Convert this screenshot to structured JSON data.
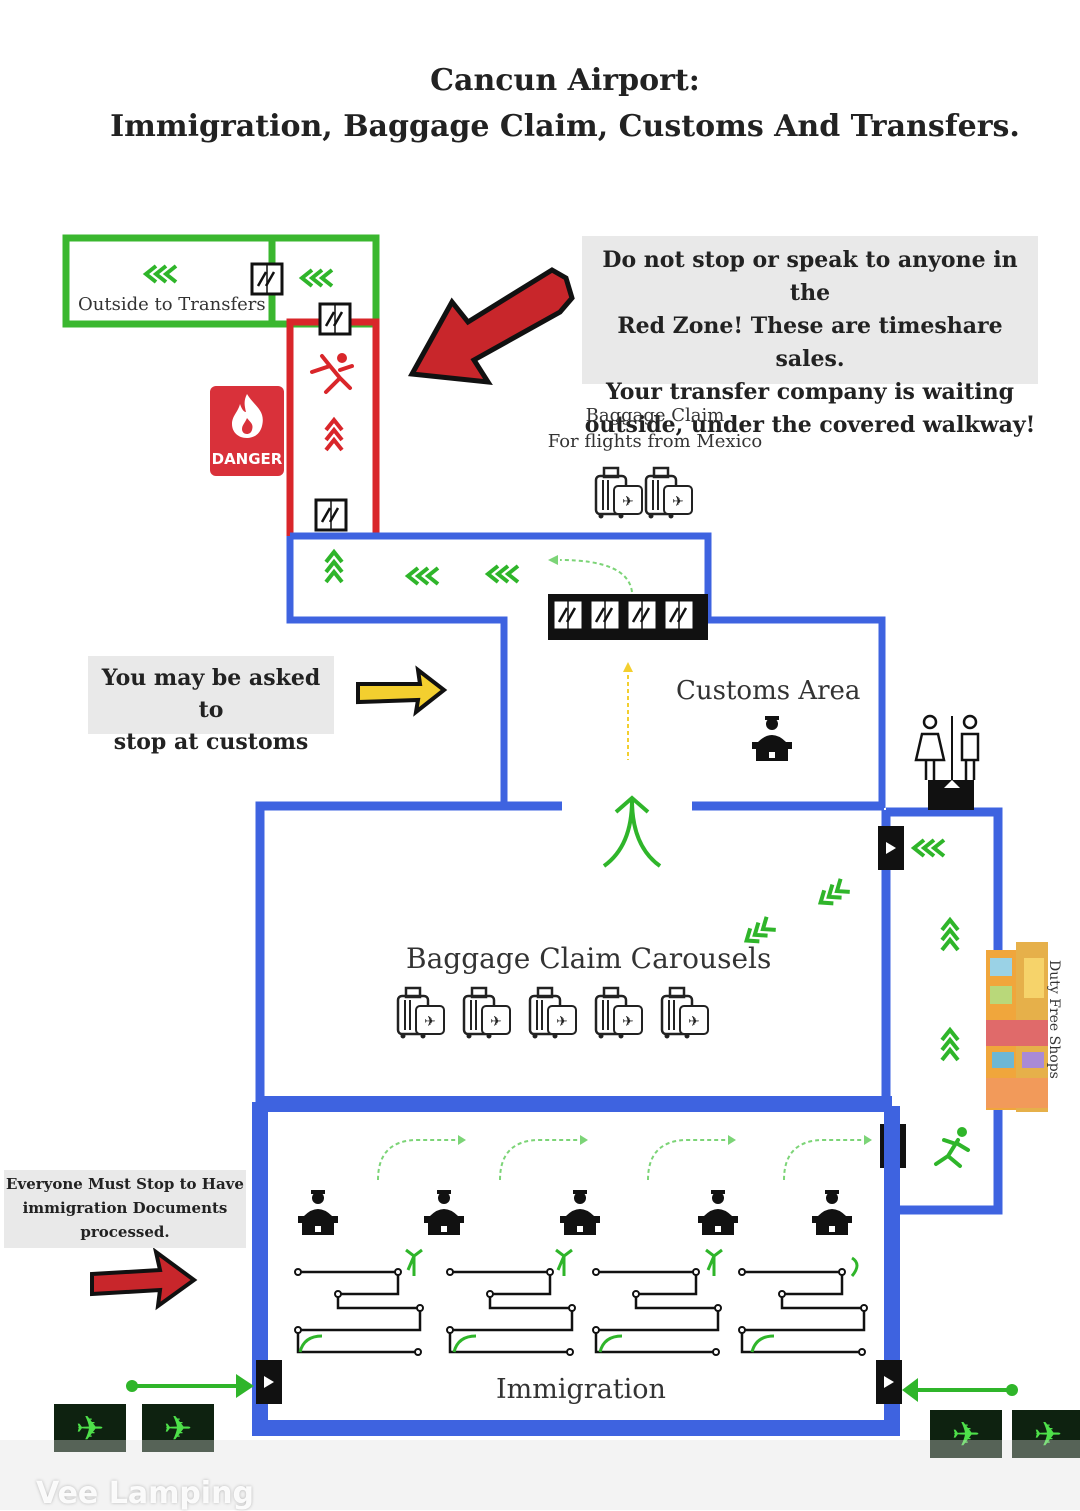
{
  "title": {
    "line1": "Cancun Airport:",
    "line2": "Immigration, Baggage Claim, Customs And Transfers."
  },
  "warning_note": {
    "line1": "Do not stop or speak to anyone in the",
    "line2": "Red Zone!  These are timeshare sales.",
    "line3": "Your transfer company is waiting",
    "line4": "outside, under the covered walkway!"
  },
  "customs_note": {
    "line1": "You may be asked to",
    "line2": "stop at customs"
  },
  "immigration_note": {
    "line1": "Everyone Must Stop to Have",
    "line2": "immigration Documents",
    "line3": "processed."
  },
  "labels": {
    "outside_to_transfers": "Outside to Transfers",
    "baggage_claim_mexico_1": "Baggage Claim",
    "baggage_claim_mexico_2": "For flights from Mexico",
    "customs_area": "Customs Area",
    "baggage_claim_carousels": "Baggage Claim Carousels",
    "immigration": "Immigration",
    "danger": "DANGER",
    "duty_free": "Duty Free Shops"
  },
  "watermark": "Vee Lamping",
  "colors": {
    "blue_walls": "#3e63e0",
    "green_zone": "#3ab72f",
    "red_zone": "#d9262a",
    "arrow_green": "#2fb52a",
    "warning_arrow": "#c8262b",
    "customs_arrow": "#f3cf2f",
    "note_bg": "#e9e9e9"
  },
  "icons": [
    "plane-icon",
    "luggage-icon",
    "officer-desk-icon",
    "door-icon",
    "revolving-door-icon",
    "restroom-icon",
    "running-person-icon",
    "fire-icon",
    "shops-icon"
  ]
}
